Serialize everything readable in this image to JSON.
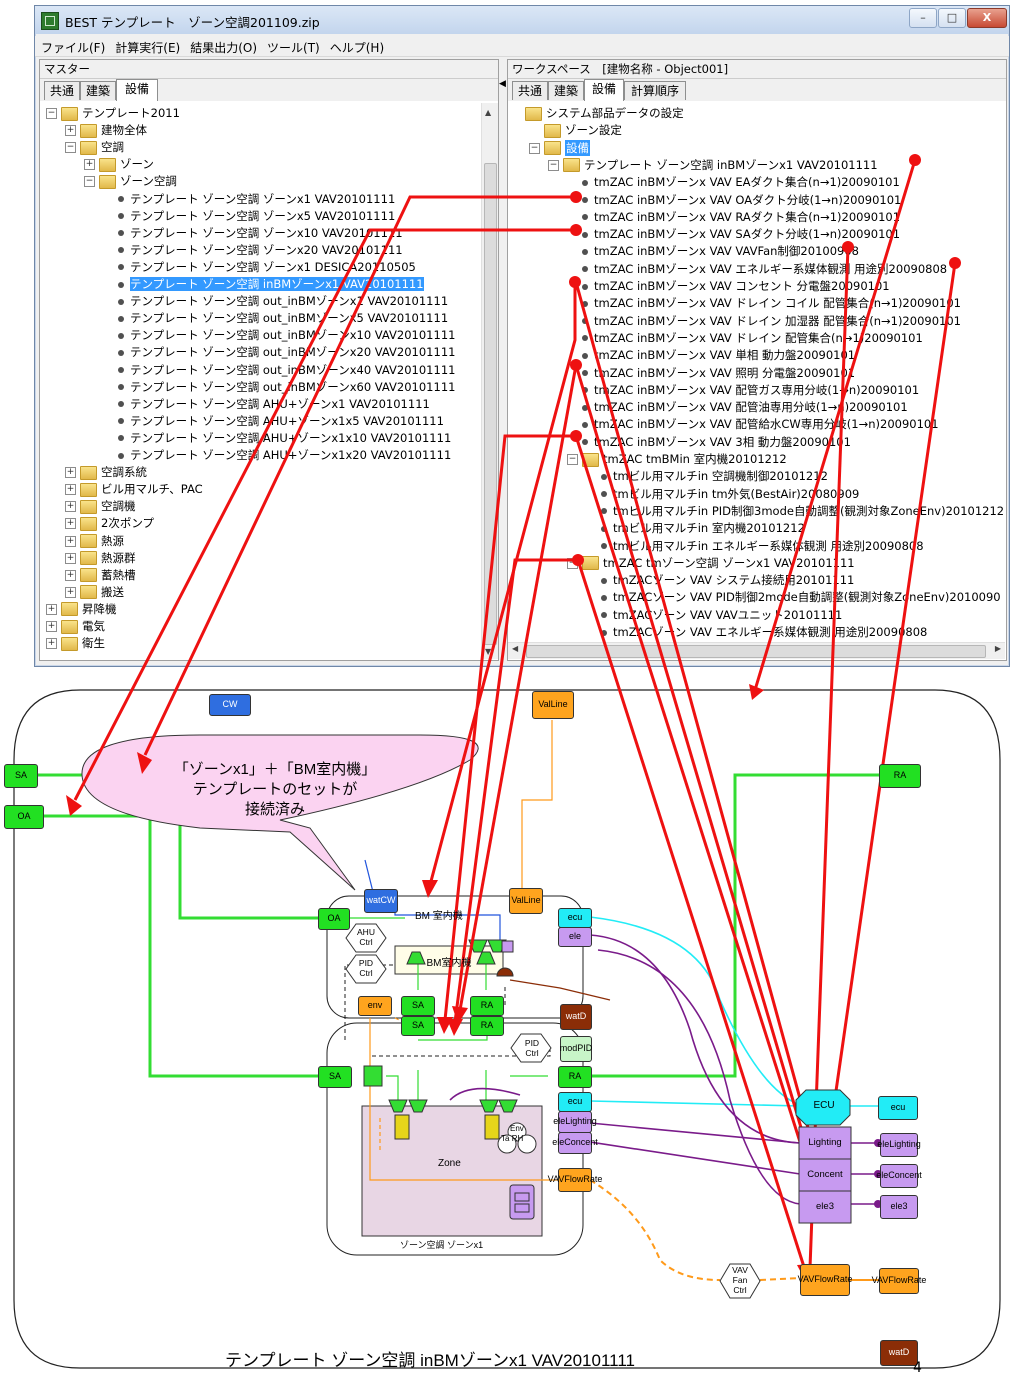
{
  "window": {
    "title": "BEST テンプレート　ゾーン空調201109.zip",
    "controls": [
      "–",
      "□",
      "X"
    ]
  },
  "menu": [
    "ファイル(F)",
    "計算実行(E)",
    "結果出力(O)",
    "ツール(T)",
    "ヘルプ(H)"
  ],
  "master": {
    "header": "マスター",
    "tabs": [
      "共通",
      "建築",
      "設備"
    ],
    "tree": [
      {
        "indent": 0,
        "exp": "−",
        "icon": "folder",
        "label": "テンプレート2011"
      },
      {
        "indent": 1,
        "exp": "+",
        "icon": "folder",
        "label": "建物全体"
      },
      {
        "indent": 1,
        "exp": "−",
        "icon": "folder",
        "label": "空調"
      },
      {
        "indent": 2,
        "exp": "+",
        "icon": "folder",
        "label": "ゾーン"
      },
      {
        "indent": 2,
        "exp": "−",
        "icon": "folder",
        "label": "ゾーン空調"
      },
      {
        "indent": 3,
        "icon": "dot",
        "label": "テンプレート ゾーン空調 ゾーンx1  VAV20101111"
      },
      {
        "indent": 3,
        "icon": "dot",
        "label": "テンプレート ゾーン空調 ゾーンx5  VAV20101111"
      },
      {
        "indent": 3,
        "icon": "dot",
        "label": "テンプレート ゾーン空調 ゾーンx10  VAV20101111"
      },
      {
        "indent": 3,
        "icon": "dot",
        "label": "テンプレート ゾーン空調 ゾーンx20  VAV20101111"
      },
      {
        "indent": 3,
        "icon": "dot",
        "label": "テンプレート ゾーン空調 ゾーンx1  DESICA20110505"
      },
      {
        "indent": 3,
        "icon": "dot",
        "label": "テンプレート ゾーン空調 inBMゾーンx1  VAV20101111",
        "selected": true
      },
      {
        "indent": 3,
        "icon": "dot",
        "label": "テンプレート ゾーン空調 out_inBMゾーンx1  VAV20101111"
      },
      {
        "indent": 3,
        "icon": "dot",
        "label": "テンプレート ゾーン空調 out_inBMゾーンx5  VAV20101111"
      },
      {
        "indent": 3,
        "icon": "dot",
        "label": "テンプレート ゾーン空調 out_inBMゾーンx10  VAV20101111"
      },
      {
        "indent": 3,
        "icon": "dot",
        "label": "テンプレート ゾーン空調 out_inBMゾーンx20  VAV20101111"
      },
      {
        "indent": 3,
        "icon": "dot",
        "label": "テンプレート ゾーン空調 out_inBMゾーンx40  VAV20101111"
      },
      {
        "indent": 3,
        "icon": "dot",
        "label": "テンプレート ゾーン空調 out_inBMゾーンx60  VAV20101111"
      },
      {
        "indent": 3,
        "icon": "dot",
        "label": "テンプレート ゾーン空調 AHU+ゾーンx1  VAV20101111"
      },
      {
        "indent": 3,
        "icon": "dot",
        "label": "テンプレート ゾーン空調 AHU+ゾーンx1x5  VAV20101111"
      },
      {
        "indent": 3,
        "icon": "dot",
        "label": "テンプレート ゾーン空調 AHU+ゾーンx1x10  VAV20101111"
      },
      {
        "indent": 3,
        "icon": "dot",
        "label": "テンプレート ゾーン空調 AHU+ゾーンx1x20  VAV20101111"
      },
      {
        "indent": 1,
        "exp": "+",
        "icon": "folder",
        "label": "空調系統"
      },
      {
        "indent": 1,
        "exp": "+",
        "icon": "folder",
        "label": "ビル用マルチ、PAC"
      },
      {
        "indent": 1,
        "exp": "+",
        "icon": "folder",
        "label": "空調機"
      },
      {
        "indent": 1,
        "exp": "+",
        "icon": "folder",
        "label": "2次ポンプ"
      },
      {
        "indent": 1,
        "exp": "+",
        "icon": "folder",
        "label": "熱源"
      },
      {
        "indent": 1,
        "exp": "+",
        "icon": "folder",
        "label": "熱源群"
      },
      {
        "indent": 1,
        "exp": "+",
        "icon": "folder",
        "label": "蓄熱槽"
      },
      {
        "indent": 1,
        "exp": "+",
        "icon": "folder",
        "label": "搬送"
      },
      {
        "indent": 0,
        "exp": "+",
        "icon": "folder",
        "label": "昇降機"
      },
      {
        "indent": 0,
        "exp": "+",
        "icon": "folder",
        "label": "電気"
      },
      {
        "indent": 0,
        "exp": "+",
        "icon": "folder",
        "label": "衛生"
      }
    ]
  },
  "workspace": {
    "header": "ワークスペース　[建物名称 - Object001]",
    "tabs": [
      "共通",
      "建築",
      "設備",
      "計算順序"
    ],
    "tree": [
      {
        "indent": 0,
        "icon": "folder",
        "label": "システム部品データの設定"
      },
      {
        "indent": 1,
        "icon": "folder",
        "label": "ゾーン設定"
      },
      {
        "indent": 1,
        "exp": "−",
        "icon": "folder",
        "label": "設備",
        "dselected": true
      },
      {
        "indent": 2,
        "exp": "−",
        "icon": "folder",
        "label": "テンプレート ゾーン空調  inBMゾーンx1  VAV20101111"
      },
      {
        "indent": 3,
        "icon": "dot",
        "label": "tmZAC inBMゾーンx VAV EAダクト集合(n→1)20090101"
      },
      {
        "indent": 3,
        "icon": "dot",
        "label": "tmZAC inBMゾーンx VAV OAダクト分岐(1→n)20090101"
      },
      {
        "indent": 3,
        "icon": "dot",
        "label": "tmZAC inBMゾーンx VAV RAダクト集合(n→1)20090101"
      },
      {
        "indent": 3,
        "icon": "dot",
        "label": "tmZAC inBMゾーンx VAV SAダクト分岐(1→n)20090101"
      },
      {
        "indent": 3,
        "icon": "dot",
        "label": "tmZAC inBMゾーンx VAV VAVFan制御20100908"
      },
      {
        "indent": 3,
        "icon": "dot",
        "label": "tmZAC inBMゾーンx VAV エネルギー系媒体観測  用途別20090808"
      },
      {
        "indent": 3,
        "icon": "dot",
        "label": "tmZAC inBMゾーンx VAV コンセント 分電盤20090101"
      },
      {
        "indent": 3,
        "icon": "dot",
        "label": "tmZAC inBMゾーンx VAV ドレイン コイル 配管集合(n→1)20090101"
      },
      {
        "indent": 3,
        "icon": "dot",
        "label": "tmZAC inBMゾーンx VAV ドレイン 加湿器 配管集合(n→1)20090101"
      },
      {
        "indent": 3,
        "icon": "dot",
        "label": "tmZAC inBMゾーンx VAV ドレイン  配管集合(n→1)20090101"
      },
      {
        "indent": 3,
        "icon": "dot",
        "label": "tmZAC inBMゾーンx VAV 単相  動力盤20090101"
      },
      {
        "indent": 3,
        "icon": "dot",
        "label": "tmZAC inBMゾーンx VAV 照明  分電盤20090101"
      },
      {
        "indent": 3,
        "icon": "dot",
        "label": "tmZAC inBMゾーンx VAV 配管ガス専用分岐(1→n)20090101"
      },
      {
        "indent": 3,
        "icon": "dot",
        "label": "tmZAC inBMゾーンx VAV 配管油専用分岐(1→n)20090101"
      },
      {
        "indent": 3,
        "icon": "dot",
        "label": "tmZAC inBMゾーンx VAV 配管給水CW専用分岐(1→n)20090101"
      },
      {
        "indent": 3,
        "icon": "dot",
        "label": "tmZAC inBMゾーンx VAV 3相  動力盤20090101"
      },
      {
        "indent": 3,
        "exp": "−",
        "icon": "folder",
        "label": "tmZAC tmBMin  室内機20101212"
      },
      {
        "indent": 4,
        "icon": "dot",
        "label": "tmビル用マルチin  空調機制御20101212"
      },
      {
        "indent": 4,
        "icon": "dot",
        "label": "tmビル用マルチin  tm外気(BestAir)20080909"
      },
      {
        "indent": 4,
        "icon": "dot",
        "label": "tmビル用マルチin  PID制御3mode自動調整(観測対象ZoneEnv)20101212"
      },
      {
        "indent": 4,
        "icon": "dot",
        "label": "tmビル用マルチin  室内機20101212"
      },
      {
        "indent": 4,
        "icon": "dot",
        "label": "tmビル用マルチin  エネルギー系媒体観測  用途別20090808"
      },
      {
        "indent": 3,
        "exp": "−",
        "icon": "folder",
        "label": "tmZAC tmゾーン空調  ゾーンx1  VAV20101111"
      },
      {
        "indent": 4,
        "icon": "dot",
        "label": "tmZACゾーン VAV システム接続用20101111"
      },
      {
        "indent": 4,
        "icon": "dot",
        "label": "tmZACゾーン VAV PID制御2mode自動調整(観測対象ZoneEnv)2010090"
      },
      {
        "indent": 4,
        "icon": "dot",
        "label": "tmZACゾーン VAV VAVユニット20101111"
      },
      {
        "indent": 4,
        "icon": "dot",
        "label": "tmZACゾーン VAV エネルギー系媒体観測  用途別20090808"
      }
    ]
  },
  "diagram": {
    "callout": [
      "「ゾーンx1」＋「BM室内機」",
      "テンプレートのセットが",
      "接続済み"
    ],
    "caption": "テンプレート  ゾーン空調   inBMゾーンx1   VAV20101111",
    "page_number": "4",
    "nodes": {
      "cw": "CW",
      "val_line_top": [
        "Val",
        "Line"
      ],
      "sa_left": "SA",
      "oa_left": "OA",
      "ra_right": "RA",
      "wat_cw": [
        "wat",
        "CW"
      ],
      "val_line_bm": [
        "Val",
        "Line"
      ],
      "bm_title": "BM  室内機",
      "bm_unit": "BM室内機",
      "oa_bm": "OA",
      "ahu_ctrl": [
        "AHU",
        "Ctrl"
      ],
      "pid_ctrl_bm": [
        "PID",
        "Ctrl"
      ],
      "ecu_port": "ecu",
      "ele_port": "ele",
      "wat_d_bm": [
        "wat",
        "D"
      ],
      "env": "env",
      "sa_bm": "SA",
      "ra_bm": "RA",
      "sa_z": "SA",
      "ra_z": "RA",
      "pid_ctrl_z": [
        "PID",
        "Ctrl"
      ],
      "mod_pid": [
        "mod",
        "PID"
      ],
      "sa_zone_in": "SA",
      "ra_zone_out": "RA",
      "ecu_z": "ecu",
      "ele_lighting_z": [
        "ele",
        "Lighting"
      ],
      "ele_concent_z": [
        "ele",
        "Concent"
      ],
      "vav_flowrate_z": [
        "VAV",
        "FlowRate"
      ],
      "zone": "Zone",
      "env_ta_rh": [
        "Env",
        "Ta",
        "RH"
      ],
      "zone_title": "ゾーン空調  ゾーンx1",
      "ecu_big": "ECU",
      "lighting": "Lighting",
      "concent": "Concent",
      "ele3": "ele3",
      "ecu_right": "ecu",
      "ele_lighting_r": [
        "ele",
        "Lighting"
      ],
      "ele_concent_r": [
        "ele",
        "Concent"
      ],
      "ele3_r": [
        "ele",
        "3"
      ],
      "vav_fan_ctrl": [
        "VAV",
        "Fan",
        "Ctrl"
      ],
      "vav_flowrate_mid": [
        "VAV",
        "FlowRate"
      ],
      "vav_flowrate_r": [
        "VAV",
        "FlowRate"
      ],
      "wat_d_corner": [
        "wat",
        "D"
      ]
    }
  }
}
